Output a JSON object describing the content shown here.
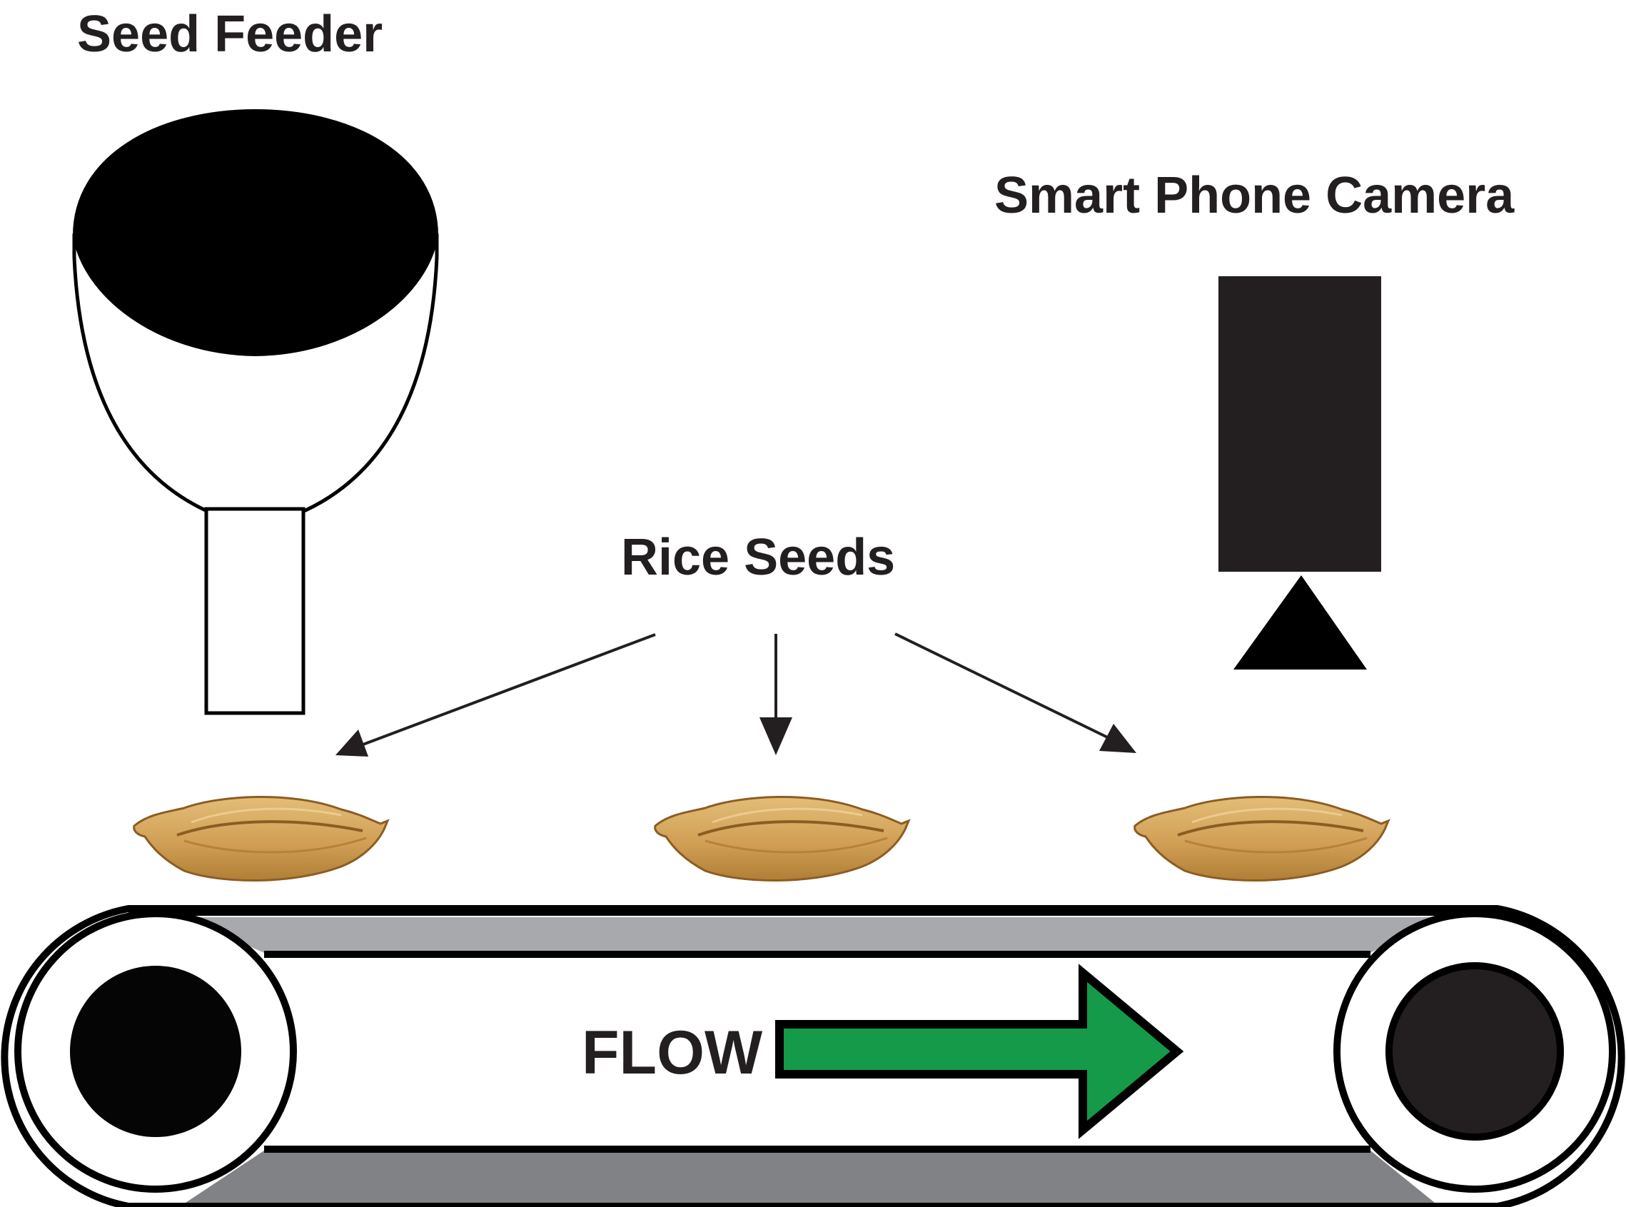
{
  "labels": {
    "seed_feeder": "Seed Feeder",
    "smart_phone_camera": "Smart Phone Camera",
    "rice_seeds": "Rice Seeds",
    "flow": "FLOW"
  },
  "colors": {
    "ink": "#231f20",
    "flow_arrow_fill": "#149a48",
    "belt_top_band": "#a7a9ac",
    "belt_bottom_band": "#808285",
    "seed_body": "#d4a65a",
    "seed_shadow": "#a9762f",
    "pulley_right": "#231f20",
    "pulley_left": "#050505"
  },
  "icons": {
    "feeder": "hopper-icon",
    "camera": "camera-icon",
    "seed": "rice-seed-icon",
    "flow": "arrow-right-icon"
  }
}
